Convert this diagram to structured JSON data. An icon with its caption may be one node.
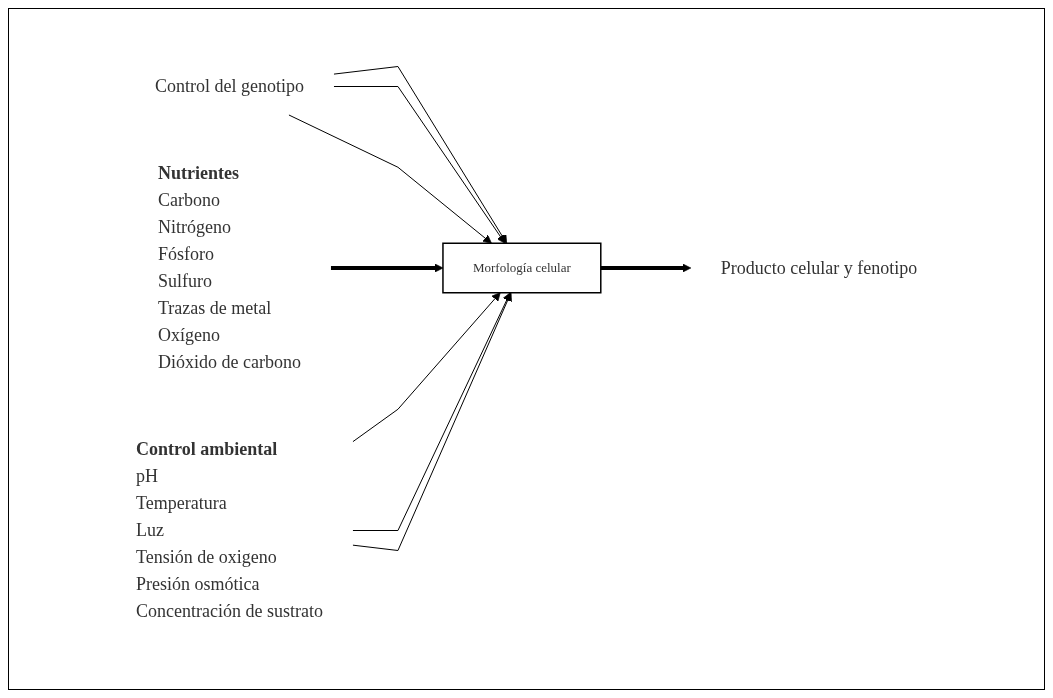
{
  "diagram": {
    "nodes": [
      {
        "text": [
          "Control del genotipo"
        ]
      },
      {
        "text": [
          "Nutrientes",
          "Carbono",
          "Nitrógeno",
          "Fósforo",
          "Sulfuro",
          "Trazas de metal",
          "Oxígeno",
          "Dióxido de carbono"
        ]
      },
      {
        "text": [
          "Morfología celular"
        ]
      },
      {
        "text": [
          "Producto celular y fenotipo"
        ]
      },
      {
        "text": [
          "Control ambiental",
          "pH",
          "Temperatura",
          "Luz",
          "Tensión de oxigeno",
          "Presión osmótica",
          "Concentración de sustrato"
        ]
      }
    ],
    "edges": [
      {
        "from": 0,
        "to": 2,
        "arrow": "to"
      },
      {
        "from": 0,
        "to": 2,
        "arrow": "to"
      },
      {
        "from": 0,
        "to": 2,
        "arrow": "to"
      },
      {
        "from": 1,
        "to": 2,
        "arrow": "to",
        "style": "thick"
      },
      {
        "from": 2,
        "to": 3,
        "arrow": "to",
        "style": "thick"
      },
      {
        "from": 4,
        "to": 2,
        "arrow": "to"
      },
      {
        "from": 4,
        "to": 2,
        "arrow": "to"
      },
      {
        "from": 4,
        "to": 2,
        "arrow": "to"
      }
    ]
  }
}
